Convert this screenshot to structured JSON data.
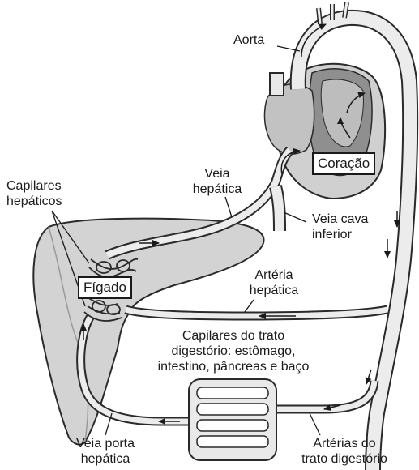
{
  "labels": {
    "aorta": "Aorta",
    "coracao": "Coração",
    "capilares_hepaticos": [
      "Capilares",
      "hepáticos"
    ],
    "veia_hepatica": [
      "Veia",
      "hepática"
    ],
    "veia_cava_inferior": [
      "Veia cava",
      "inferior"
    ],
    "figado": "Fígado",
    "arteria_hepatica": [
      "Artéria",
      "hepática"
    ],
    "capilares_trato": [
      "Capilares do trato",
      "digestório: estômago,",
      "intestino, pâncreas e baço"
    ],
    "veia_porta": [
      "Veia porta",
      "hepática"
    ],
    "arterias_trato": [
      "Artérias do",
      "trato digestório"
    ]
  },
  "colors": {
    "organ_fill": "#d2d2d2",
    "organ_dark": "#9a9a9a",
    "vessel_fill": "#e9e9e9",
    "outline": "#2a2a2a"
  }
}
